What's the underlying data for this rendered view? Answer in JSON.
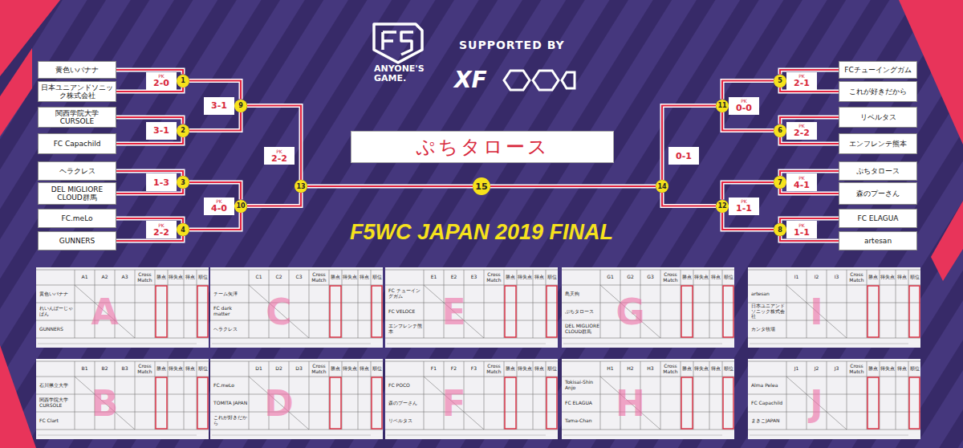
{
  "diagram": {
    "title": "F5WC JAPAN 2019 FINAL",
    "nodes": [
      {
        "text": [
          "黄色いバナナ"
        ]
      },
      {
        "text": [
          "日本ユニアンドソニック株式会社"
        ]
      },
      {
        "text": [
          "関西学院大学 CURSOLE"
        ]
      },
      {
        "text": [
          "FC Capachild"
        ]
      },
      {
        "text": [
          "ヘラクレス"
        ]
      },
      {
        "text": [
          "DEL MIGLIORE CLOUD群馬"
        ]
      },
      {
        "text": [
          "FC.meLo"
        ]
      },
      {
        "text": [
          "GUNNERS"
        ]
      },
      {
        "text": [
          "FCチューイングガム"
        ]
      },
      {
        "text": [
          "これが好きだから"
        ]
      },
      {
        "text": [
          "リベルタス"
        ]
      },
      {
        "text": [
          "エンフレンテ熊本"
        ]
      },
      {
        "text": [
          "ぷちタロース"
        ]
      },
      {
        "text": [
          "森のプーさん"
        ]
      },
      {
        "text": [
          "FC ELAGUA"
        ]
      },
      {
        "text": [
          "artesan"
        ]
      },
      {
        "text": [
          "1"
        ]
      },
      {
        "text": [
          "2"
        ]
      },
      {
        "text": [
          "3"
        ]
      },
      {
        "text": [
          "4"
        ]
      },
      {
        "text": [
          "5"
        ]
      },
      {
        "text": [
          "6"
        ]
      },
      {
        "text": [
          "7"
        ]
      },
      {
        "text": [
          "8"
        ]
      },
      {
        "text": [
          "9"
        ]
      },
      {
        "text": [
          "10"
        ]
      },
      {
        "text": [
          "11"
        ]
      },
      {
        "text": [
          "12"
        ]
      },
      {
        "text": [
          "13"
        ]
      },
      {
        "text": [
          "14"
        ]
      },
      {
        "text": [
          "15"
        ]
      },
      {
        "text": [
          "ぷちタロース"
        ]
      },
      {
        "text": [
          "A",
          "A1",
          "A2",
          "A3",
          "Cross Match",
          "勝点",
          "得失点",
          "得点",
          "順位",
          "黄色いバナナ",
          "れいんぼーじゃぱん",
          "GUNNERS"
        ]
      },
      {
        "text": [
          "C",
          "C1",
          "C2",
          "C3",
          "Cross Match",
          "勝点",
          "得失点",
          "得点",
          "順位",
          "チーム矢澤",
          "FC dark matter",
          "ヘラクレス"
        ]
      },
      {
        "text": [
          "E",
          "E1",
          "E2",
          "E3",
          "Cross Match",
          "勝点",
          "得失点",
          "得点",
          "順位",
          "FC チューイングガム",
          "FC VELOCE",
          "エンフレンテ熊本"
        ]
      },
      {
        "text": [
          "G",
          "G1",
          "G2",
          "G3",
          "Cross Match",
          "勝点",
          "得失点",
          "得点",
          "順位",
          "島天狗",
          "ぷちタロース",
          "DEL MIGLIORE CLOUD群馬"
        ]
      },
      {
        "text": [
          "I",
          "I1",
          "I2",
          "I3",
          "Cross Match",
          "勝点",
          "得失点",
          "得点",
          "順位",
          "artesan",
          "日本ユニアンドソニック株式会社",
          "カンタ牧場"
        ]
      },
      {
        "text": [
          "B",
          "B1",
          "B2",
          "B3",
          "Cross Match",
          "勝点",
          "得失点",
          "得点",
          "順位",
          "石川県立大学",
          "関西学院大学 CURSOLE",
          "FC Clart"
        ]
      },
      {
        "text": [
          "D",
          "D1",
          "D2",
          "D3",
          "Cross Match",
          "勝点",
          "得失点",
          "得点",
          "順位",
          "FC.meLo",
          "TOMITA JAPAN",
          "これが好きだから"
        ]
      },
      {
        "text": [
          "F",
          "F1",
          "F2",
          "F3",
          "Cross Match",
          "勝点",
          "得失点",
          "得点",
          "順位",
          "FC POCO",
          "森のプーさん",
          "リベルタス"
        ]
      },
      {
        "text": [
          "H",
          "H1",
          "H2",
          "H3",
          "Cross Match",
          "勝点",
          "得失点",
          "得点",
          "順位",
          "Tokisai-Shin Anjo",
          "FC ELAGUA",
          "Tama-Chan"
        ]
      },
      {
        "text": [
          "J",
          "J1",
          "J2",
          "J3",
          "Cross Match",
          "勝点",
          "得失点",
          "得点",
          "順位",
          "Alma Pelea",
          "FC Capachild",
          "まきこJAPAN"
        ]
      }
    ],
    "edges": [
      {
        "from": 0,
        "to": 16,
        "arrow": "none"
      },
      {
        "from": 1,
        "to": 16,
        "arrow": "none"
      },
      {
        "from": 2,
        "to": 17,
        "arrow": "none"
      },
      {
        "from": 3,
        "to": 17,
        "arrow": "none"
      },
      {
        "from": 4,
        "to": 18,
        "arrow": "none"
      },
      {
        "from": 5,
        "to": 18,
        "arrow": "none"
      },
      {
        "from": 6,
        "to": 19,
        "arrow": "none"
      },
      {
        "from": 7,
        "to": 19,
        "arrow": "none"
      },
      {
        "from": 8,
        "to": 20,
        "arrow": "none"
      },
      {
        "from": 9,
        "to": 20,
        "arrow": "none"
      },
      {
        "from": 10,
        "to": 21,
        "arrow": "none"
      },
      {
        "from": 11,
        "to": 21,
        "arrow": "none"
      },
      {
        "from": 12,
        "to": 22,
        "arrow": "none"
      },
      {
        "from": 13,
        "to": 22,
        "arrow": "none"
      },
      {
        "from": 14,
        "to": 23,
        "arrow": "none"
      },
      {
        "from": 15,
        "to": 23,
        "arrow": "none"
      },
      {
        "from": 16,
        "to": 24,
        "arrow": "none"
      },
      {
        "from": 17,
        "to": 24,
        "arrow": "none"
      },
      {
        "from": 18,
        "to": 25,
        "arrow": "none"
      },
      {
        "from": 19,
        "to": 25,
        "arrow": "none"
      },
      {
        "from": 20,
        "to": 26,
        "arrow": "none"
      },
      {
        "from": 21,
        "to": 26,
        "arrow": "none"
      },
      {
        "from": 22,
        "to": 27,
        "arrow": "none"
      },
      {
        "from": 23,
        "to": 27,
        "arrow": "none"
      },
      {
        "from": 24,
        "to": 28,
        "arrow": "none"
      },
      {
        "from": 25,
        "to": 28,
        "arrow": "none"
      },
      {
        "from": 26,
        "to": 29,
        "arrow": "none"
      },
      {
        "from": 27,
        "to": 29,
        "arrow": "none"
      },
      {
        "from": 28,
        "to": 30,
        "arrow": "none"
      },
      {
        "from": 29,
        "to": 30,
        "arrow": "none"
      }
    ],
    "labels": [
      "ANYONE'S GAME.",
      "SUPPORTED BY",
      "XF",
      "PK",
      "2-0",
      "3-1",
      "1-3",
      "PK",
      "2-2",
      "3-1",
      "PK",
      "4-0",
      "PK",
      "2-2",
      "PK",
      "2-1",
      "PK",
      "2-2",
      "PK",
      "4-1",
      "PK",
      "1-1",
      "PK",
      "0-0",
      "PK",
      "1-1",
      "0-1"
    ]
  }
}
